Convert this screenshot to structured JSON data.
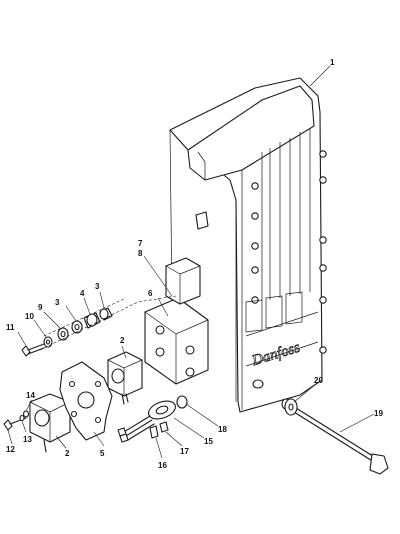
{
  "logo_text": "Danfoss",
  "callouts": [
    {
      "id": "c1",
      "label": "1"
    },
    {
      "id": "c2a",
      "label": "2"
    },
    {
      "id": "c2b",
      "label": "2"
    },
    {
      "id": "c3a",
      "label": "3"
    },
    {
      "id": "c3b",
      "label": "3"
    },
    {
      "id": "c4",
      "label": "4"
    },
    {
      "id": "c5",
      "label": "5"
    },
    {
      "id": "c6",
      "label": "6"
    },
    {
      "id": "c7",
      "label": "7"
    },
    {
      "id": "c8",
      "label": "8"
    },
    {
      "id": "c9",
      "label": "9"
    },
    {
      "id": "c10",
      "label": "10"
    },
    {
      "id": "c11",
      "label": "11"
    },
    {
      "id": "c12",
      "label": "12"
    },
    {
      "id": "c13",
      "label": "13"
    },
    {
      "id": "c14",
      "label": "14"
    },
    {
      "id": "c15",
      "label": "15"
    },
    {
      "id": "c16",
      "label": "16"
    },
    {
      "id": "c17",
      "label": "17"
    },
    {
      "id": "c18",
      "label": "18"
    },
    {
      "id": "c19",
      "label": "19"
    },
    {
      "id": "c20",
      "label": "20"
    }
  ]
}
